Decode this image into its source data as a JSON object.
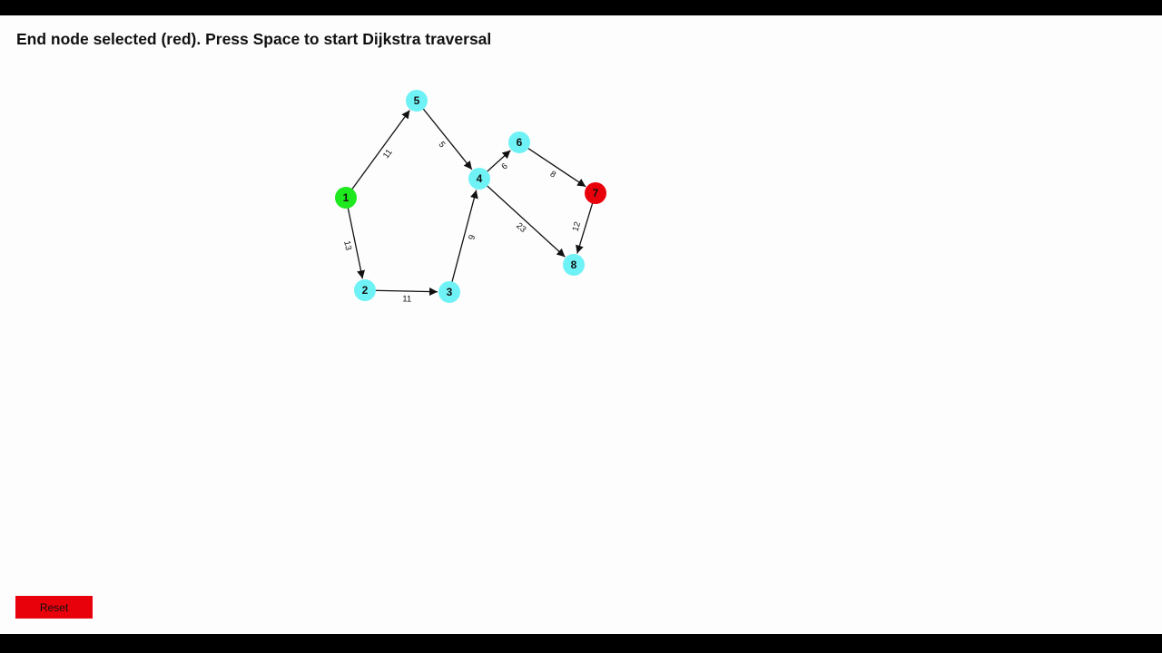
{
  "status_message": "End node selected (red). Press Space to start Dijkstra traversal",
  "reset_label": "Reset",
  "colors": {
    "start": "#1ee81e",
    "end": "#e8000b",
    "default": "#6ff2f6",
    "edge": "#111111"
  },
  "graph": {
    "nodes": [
      {
        "id": "1",
        "label": "1",
        "state": "start"
      },
      {
        "id": "2",
        "label": "2",
        "state": "default"
      },
      {
        "id": "3",
        "label": "3",
        "state": "default"
      },
      {
        "id": "4",
        "label": "4",
        "state": "default"
      },
      {
        "id": "5",
        "label": "5",
        "state": "default"
      },
      {
        "id": "6",
        "label": "6",
        "state": "default"
      },
      {
        "id": "7",
        "label": "7",
        "state": "end"
      },
      {
        "id": "8",
        "label": "8",
        "state": "default"
      }
    ],
    "edges": [
      {
        "from": "1",
        "to": "5",
        "weight": "11"
      },
      {
        "from": "1",
        "to": "2",
        "weight": "13"
      },
      {
        "from": "2",
        "to": "3",
        "weight": "11"
      },
      {
        "from": "3",
        "to": "4",
        "weight": "9"
      },
      {
        "from": "5",
        "to": "4",
        "weight": "5"
      },
      {
        "from": "4",
        "to": "6",
        "weight": "6"
      },
      {
        "from": "6",
        "to": "7",
        "weight": "8"
      },
      {
        "from": "4",
        "to": "8",
        "weight": "23"
      },
      {
        "from": "7",
        "to": "8",
        "weight": "12"
      }
    ]
  }
}
